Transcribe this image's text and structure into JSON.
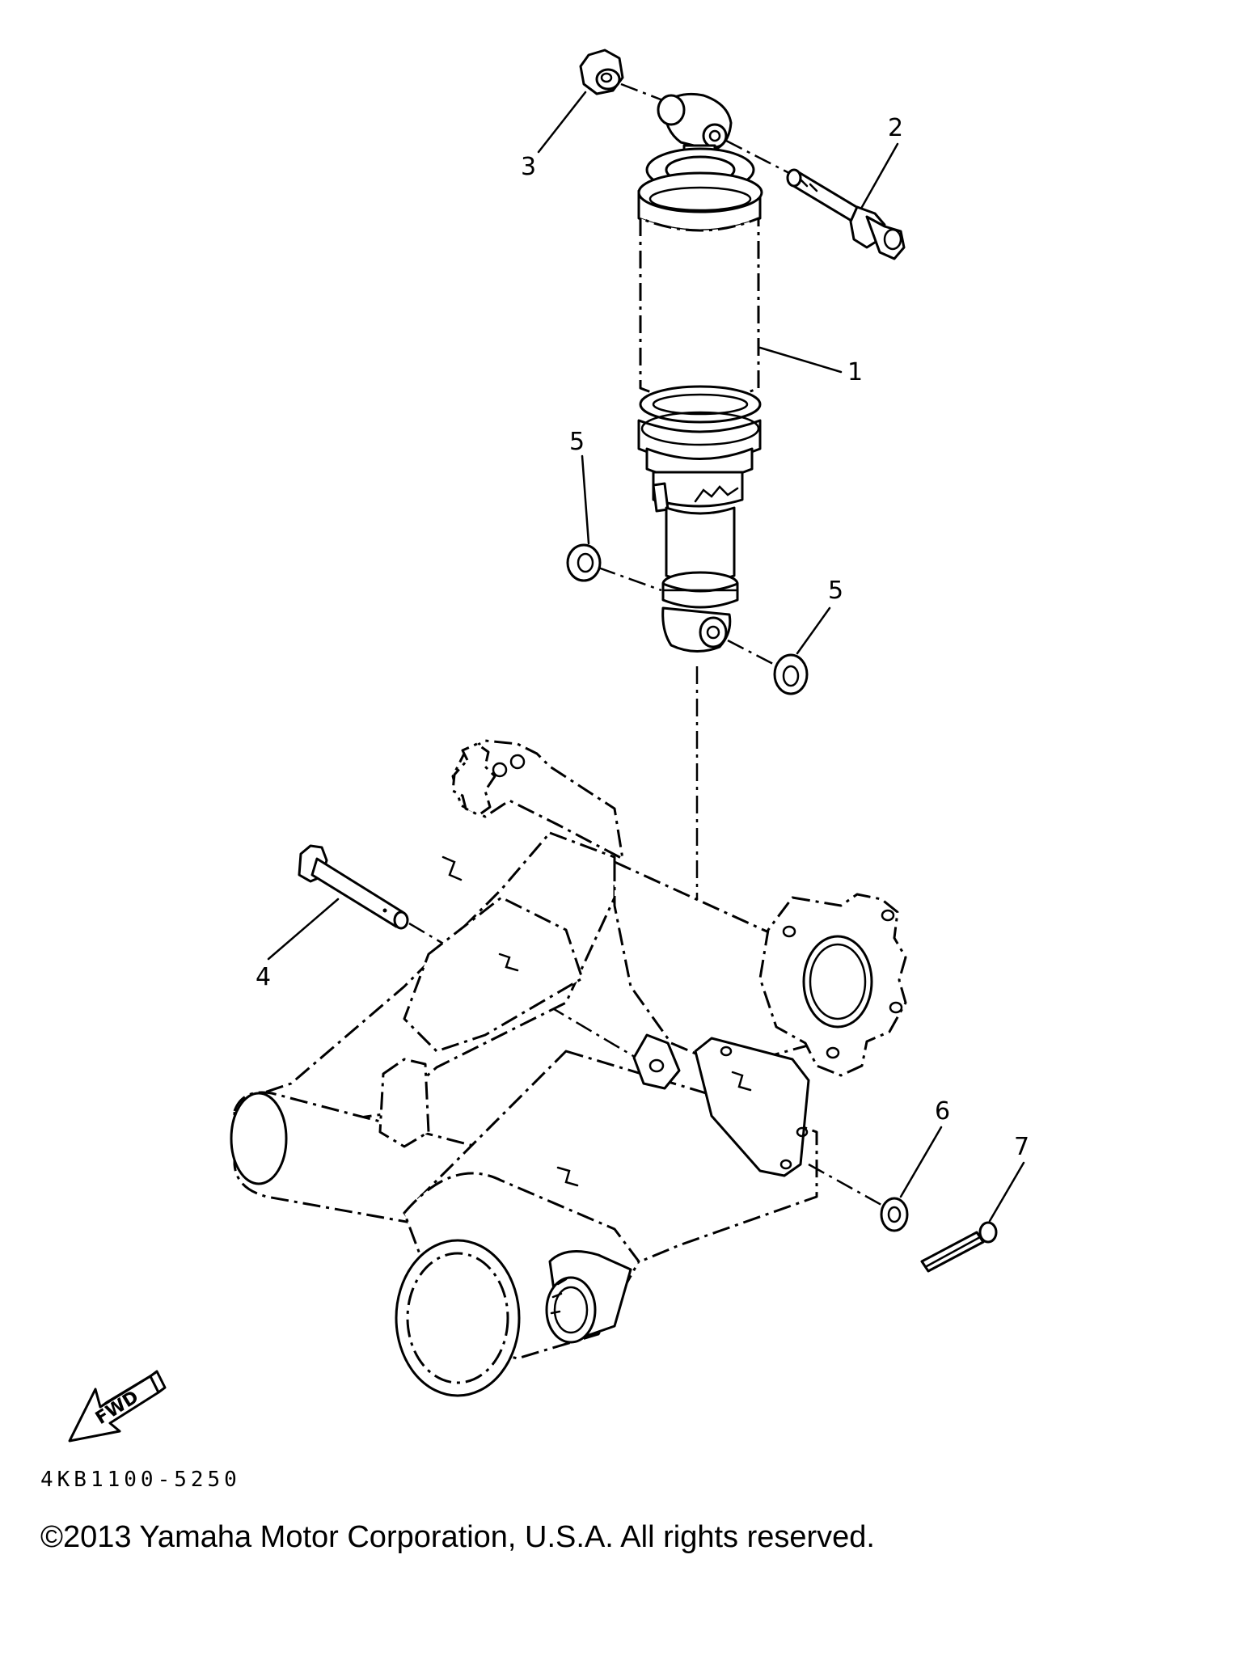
{
  "callouts": {
    "part1": "1",
    "part2": "2",
    "part3": "3",
    "part4": "4",
    "part5a": "5",
    "part5b": "5",
    "part6": "6",
    "part7": "7"
  },
  "fwd_label": "FWD",
  "diagram_code": "4KB1100-5250",
  "copyright": "©2013 Yamaha Motor Corporation, U.S.A. All rights reserved."
}
